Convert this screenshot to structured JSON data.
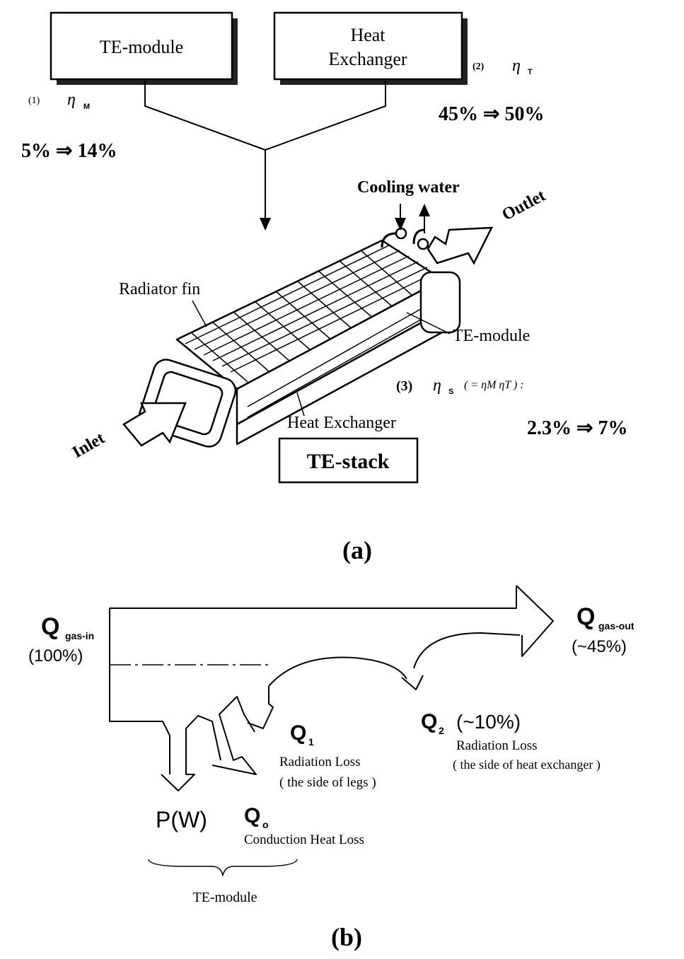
{
  "panel_a": {
    "label": "(a)",
    "box_te_module": "TE-module",
    "box_heat_exchanger_line1": "Heat",
    "box_heat_exchanger_line2": "Exchanger",
    "eta_m_num": "(1)",
    "eta_m_sym": "η",
    "eta_m_sub": "M",
    "eta_m_values": "5% ⇒ 14%",
    "eta_t_num": "(2)",
    "eta_t_sym": "η",
    "eta_t_sub": "T",
    "eta_t_values": "45% ⇒ 50%",
    "cooling_water": "Cooling water",
    "outlet": "Outlet",
    "radiator_fin": "Radiator fin",
    "te_module_label": "TE-module",
    "heat_exchanger_label": "Heat Exchanger",
    "inlet": "Inlet",
    "te_stack": "TE-stack",
    "eta_s_num": "(3)",
    "eta_s_sym": "η",
    "eta_s_sub": "S",
    "eta_s_formula": "( = ηM ηT ) :",
    "eta_s_values": "2.3% ⇒ 7%"
  },
  "panel_b": {
    "label": "(b)",
    "q_gas_in": "Q",
    "q_gas_in_sub": "gas-in",
    "q_gas_in_pct": "(100%)",
    "q_gas_out": "Q",
    "q_gas_out_sub": "gas-out",
    "q_gas_out_pct": "(~45%)",
    "q1": "Q",
    "q1_sub": "1",
    "q1_desc1": "Radiation  Loss",
    "q1_desc2": "( the side of legs )",
    "q2": "Q",
    "q2_sub": "2",
    "q2_pct": "(~10%)",
    "q2_desc1": "Radiation Loss",
    "q2_desc2": "( the side of heat exchanger )",
    "q0": "Q",
    "q0_sub": "o",
    "q0_desc": "Conduction Heat Loss",
    "power": "P(W)",
    "te_module_brace": "TE-module"
  }
}
